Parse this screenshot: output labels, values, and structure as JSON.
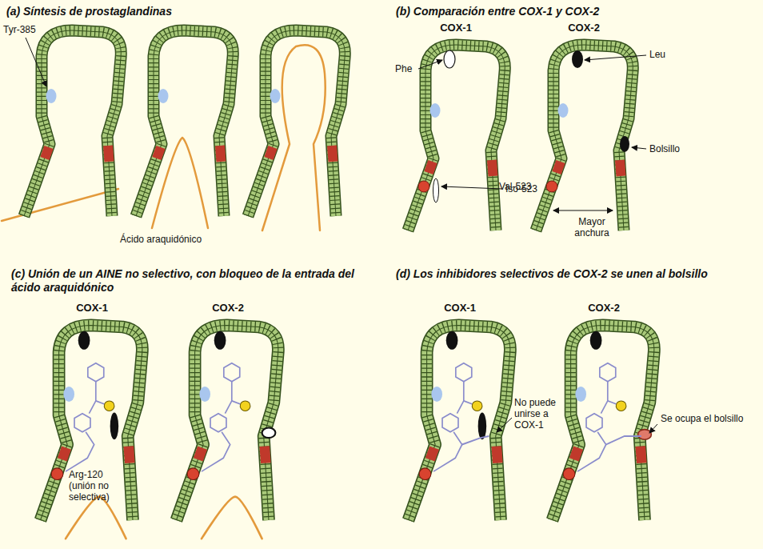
{
  "diagram": {
    "labels": [
      "(a) Síntesis de prostaglandinas",
      "Tyr-385",
      "Ácido araquidónico",
      "(b) Comparación entre COX-1 y COX-2",
      "COX-1",
      "COX-2",
      "Phe",
      "Iso-523",
      "Leu",
      "Bolsillo",
      "Val-523",
      "Mayor anchura",
      "(c) Unión de un AINE no selectivo, con bloqueo de la entrada del ácido araquidónico",
      "COX-1",
      "COX-2",
      "Arg-120 (unión no selectiva)",
      "(d) Los inhibidores selectivos de COX-2 se unen al bolsillo",
      "COX-1",
      "COX-2",
      "No puede unirse a COX-1",
      "Se ocupa el bolsillo"
    ]
  }
}
